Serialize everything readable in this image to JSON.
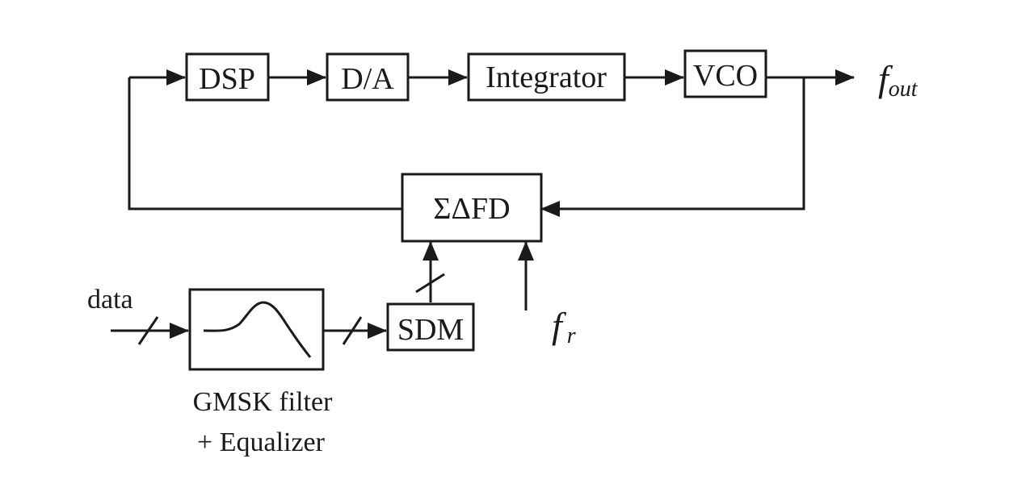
{
  "blocks": {
    "dsp": "DSP",
    "da": "D/A",
    "integrator": "Integrator",
    "vco": "VCO",
    "sigma_delta_fd": "ΣΔFD",
    "sdm": "SDM"
  },
  "labels": {
    "data": "data",
    "filter_line1": "GMSK filter",
    "filter_line2": "+ Equalizer",
    "fout_main": "f",
    "fout_sub": "out",
    "fr_main": "f",
    "fr_sub": "r"
  }
}
